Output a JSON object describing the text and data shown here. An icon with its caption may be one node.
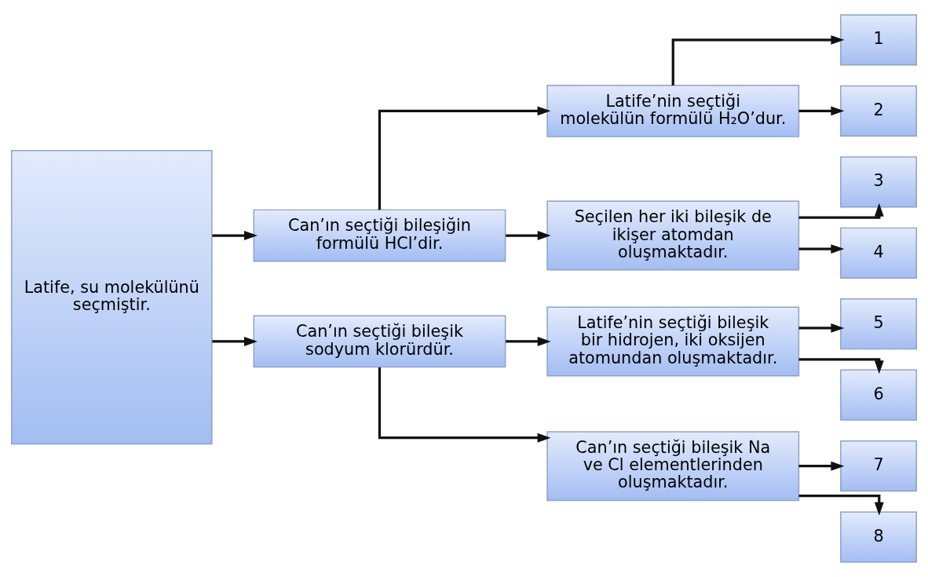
{
  "diagram": {
    "nodes": [
      {
        "text": [
          "Latife, su molekülünü seçmiştir."
        ]
      },
      {
        "text": [
          "Can’ın seçtiği bileşiğin formülü HCl’dir."
        ]
      },
      {
        "text": [
          "Latife’nin seçtiği molekülün formülü H₂O’dur."
        ]
      },
      {
        "text": [
          "1"
        ]
      },
      {
        "text": [
          "2"
        ]
      },
      {
        "text": [
          "Seçilen her iki bileşik de ikişer atomdan oluşmaktadır."
        ]
      },
      {
        "text": [
          "3"
        ]
      },
      {
        "text": [
          "4"
        ]
      },
      {
        "text": [
          "Can’ın seçtiği bileşik sodyum klorürdür."
        ]
      },
      {
        "text": [
          "Latife’nin seçtiği bileşik bir hidrojen, iki oksijen atomundan oluşmaktadır."
        ]
      },
      {
        "text": [
          "5"
        ]
      },
      {
        "text": [
          "6"
        ]
      },
      {
        "text": [
          "Can’ın seçtiği bileşik Na ve Cl elementlerinden oluşmaktadır."
        ]
      },
      {
        "text": [
          "7"
        ]
      },
      {
        "text": [
          "8"
        ]
      }
    ],
    "edges": [
      {
        "from": 0,
        "to": 1,
        "arrow": "to"
      },
      {
        "from": 0,
        "to": 8,
        "arrow": "to"
      },
      {
        "from": 1,
        "to": 2,
        "arrow": "to"
      },
      {
        "from": 1,
        "to": 5,
        "arrow": "to"
      },
      {
        "from": 2,
        "to": 3,
        "arrow": "to"
      },
      {
        "from": 2,
        "to": 4,
        "arrow": "to"
      },
      {
        "from": 5,
        "to": 6,
        "arrow": "to"
      },
      {
        "from": 5,
        "to": 7,
        "arrow": "to"
      },
      {
        "from": 8,
        "to": 9,
        "arrow": "to"
      },
      {
        "from": 8,
        "to": 12,
        "arrow": "to"
      },
      {
        "from": 9,
        "to": 10,
        "arrow": "to"
      },
      {
        "from": 9,
        "to": 11,
        "arrow": "to"
      },
      {
        "from": 12,
        "to": 13,
        "arrow": "to"
      },
      {
        "from": 12,
        "to": 14,
        "arrow": "to"
      }
    ]
  }
}
